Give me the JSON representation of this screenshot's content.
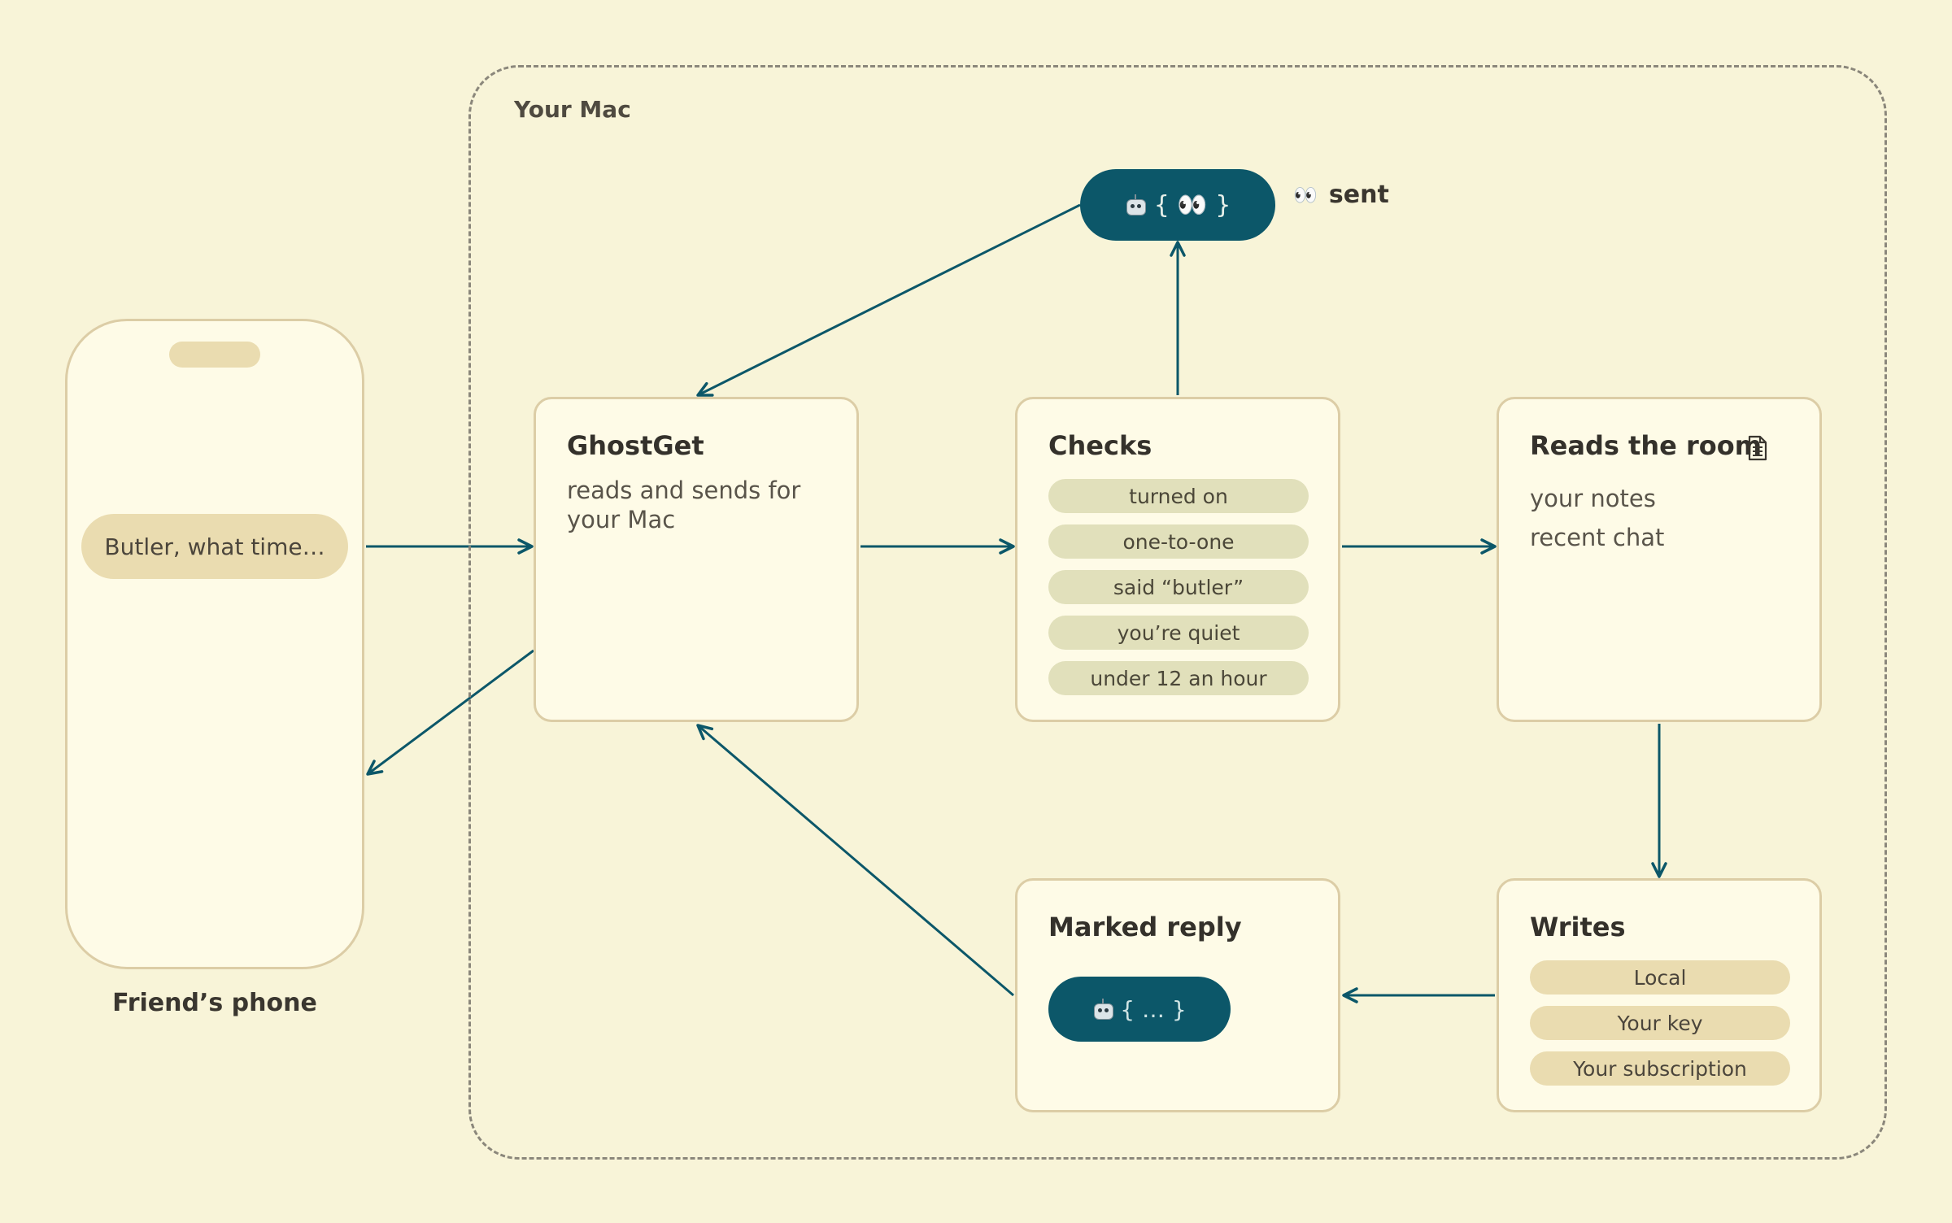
{
  "mac": {
    "label": "Your Mac"
  },
  "phone": {
    "bubble": "Butler, what time…",
    "label": "Friend’s phone"
  },
  "ghostget": {
    "title": "GhostGet",
    "desc": "reads and sends for your Mac"
  },
  "checks": {
    "title": "Checks",
    "items": [
      "turned on",
      "one-to-one",
      "said “butler”",
      "you’re quiet",
      "under 12 an hour"
    ]
  },
  "reads": {
    "title": "Reads the room",
    "items": [
      "your notes",
      "recent chat"
    ],
    "icon": "document-icon"
  },
  "writes": {
    "title": "Writes",
    "items": [
      "Local",
      "Your key",
      "Your subscription"
    ]
  },
  "marked": {
    "title": "Marked reply",
    "pill_text": "{ … }",
    "icon": "robot-icon"
  },
  "sent": {
    "pill_text": "{ 👀 }",
    "eyes": "👀",
    "label": "sent",
    "icon": "robot-icon"
  },
  "colors": {
    "background": "#f8f4d8",
    "card": "#fefbe7",
    "card_border": "#dccda6",
    "accent": "#0c5769",
    "check_chip": "#e1e0bb",
    "write_chip": "#eadcb0"
  }
}
